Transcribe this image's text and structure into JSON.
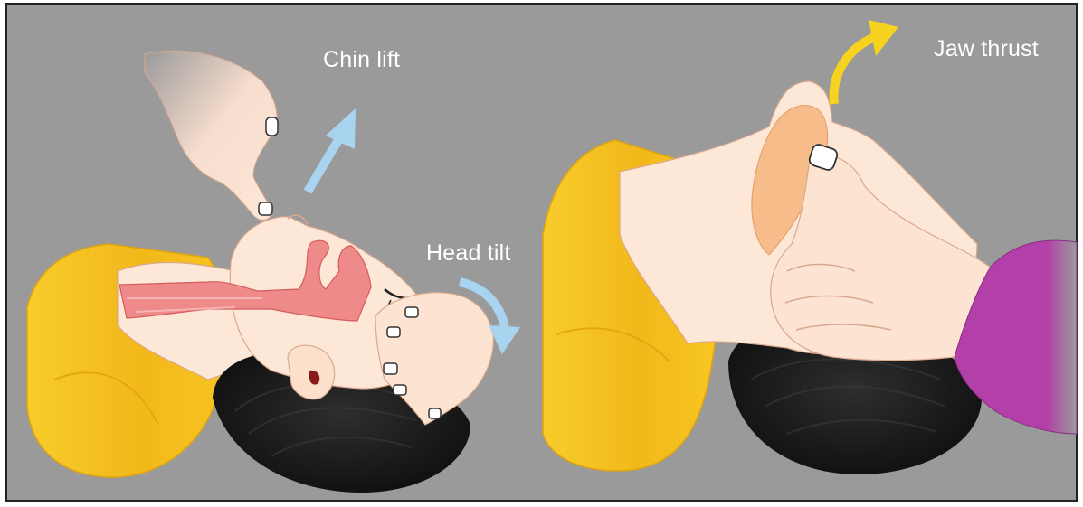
{
  "labels": {
    "chin_lift": "Chin lift",
    "head_tilt": "Head tilt",
    "jaw_thrust": "Jaw thrust"
  },
  "colors": {
    "background": "#9a9a9a",
    "frame": "#222222",
    "shirt": "#f6c21c",
    "skin": "#fde8d8",
    "hair": "#1a1a1a",
    "airway": "#ee8888",
    "arrow_blue": "#a8d4ef",
    "arrow_yellow": "#f7d21e",
    "sleeve": "#b33fa8",
    "tongue_orange": "#f6bd8b"
  }
}
